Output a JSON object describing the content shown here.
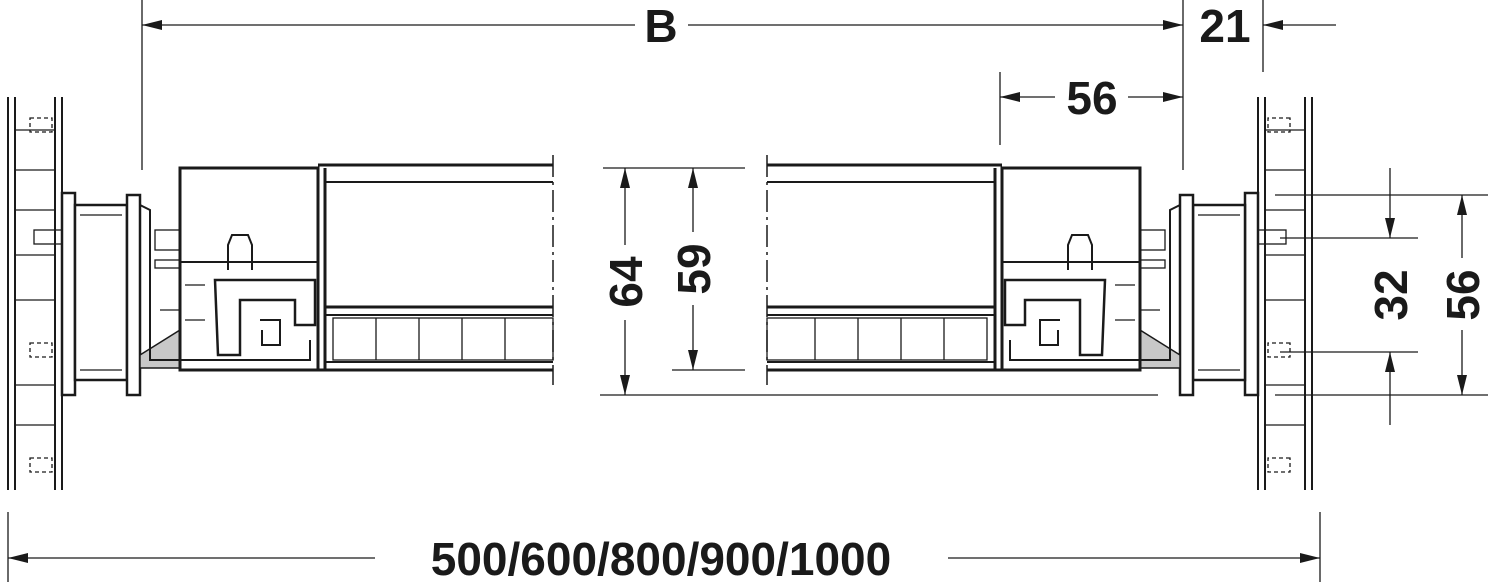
{
  "dimensions": {
    "overall_width": "B",
    "side_offset": "21",
    "runner_length": "56",
    "height_outer": "64",
    "height_inner": "59",
    "hole_spacing": "32",
    "plate_height": "56",
    "cabinet_widths": "500/600/800/900/1000"
  }
}
